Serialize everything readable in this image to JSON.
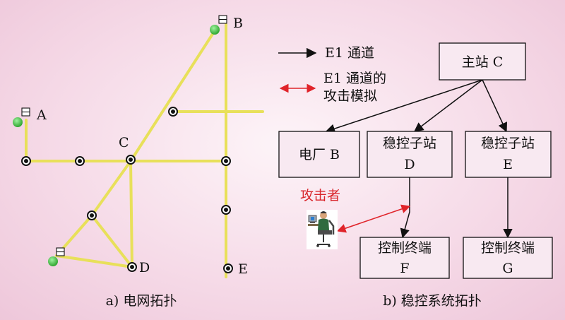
{
  "grid": {
    "nodes": {
      "a": "A",
      "b": "B",
      "c": "C",
      "d": "D",
      "e": "E"
    },
    "caption": "a) 电网拓扑"
  },
  "legend": {
    "e1_channel": "E1 通道",
    "attack_line1": "E1 通道的",
    "attack_line2": "攻击模拟"
  },
  "control": {
    "master": "主站 C",
    "plant_b": "电厂 B",
    "sub_d_line1": "稳控子站",
    "sub_d_line2": "D",
    "sub_e_line1": "稳控子站",
    "sub_e_line2": "E",
    "term_f_line1": "控制终端",
    "term_f_line2": "F",
    "term_g_line1": "控制终端",
    "term_g_line2": "G",
    "attacker": "攻击者",
    "caption": "b) 稳控系统拓扑"
  },
  "colors": {
    "line": "#e8e05a",
    "channel_arrow": "#111111",
    "attack_arrow": "#e0242a",
    "generator": "#3ec43e",
    "attacker_label": "#d9262b"
  }
}
